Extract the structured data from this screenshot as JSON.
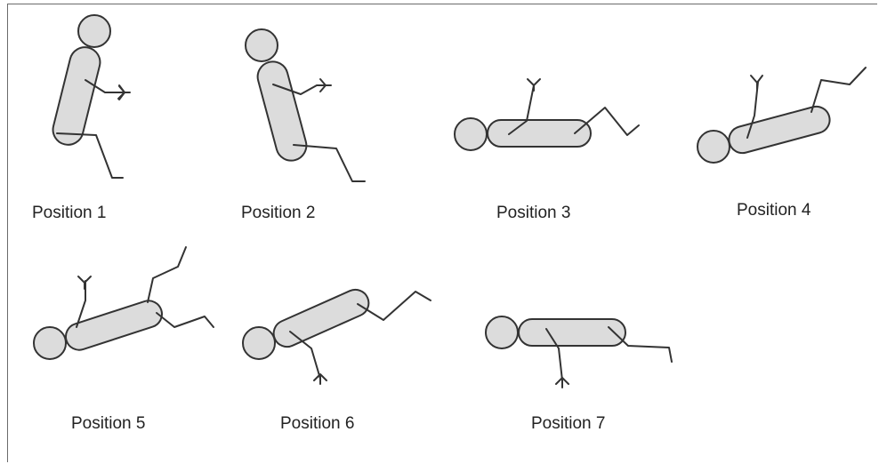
{
  "figures": [
    {
      "label": "Position 1"
    },
    {
      "label": "Position 2"
    },
    {
      "label": "Position 3"
    },
    {
      "label": "Position 4"
    },
    {
      "label": "Position 5"
    },
    {
      "label": "Position 6"
    },
    {
      "label": "Position 7"
    }
  ],
  "colors": {
    "body_fill": "#dcdcdc",
    "stroke": "#333333"
  }
}
